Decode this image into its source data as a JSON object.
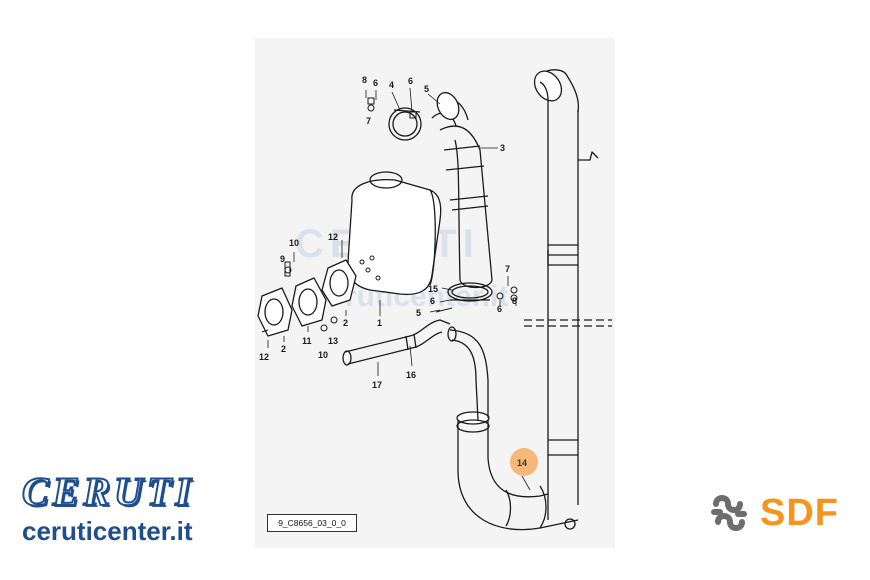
{
  "diagram": {
    "callouts": {
      "c1": "1",
      "c2a": "2",
      "c2b": "2",
      "c3": "3",
      "c4": "4",
      "c5a": "5",
      "c5b": "5",
      "c6a": "6",
      "c6b": "6",
      "c6c": "6",
      "c7a": "7",
      "c7b": "7",
      "c8a": "8",
      "c8b": "8",
      "c9": "9",
      "c10a": "10",
      "c10b": "10",
      "c11": "11",
      "c12a": "12",
      "c12b": "12",
      "c13": "13",
      "c14": "14",
      "c15": "15",
      "c16": "16",
      "c17": "17"
    },
    "highlight_color": "#f5b878",
    "code": "9_C8656_03_0_0"
  },
  "watermark": {
    "line1": "CERUTI",
    "line2": "ruticenter.it"
  },
  "brand": {
    "logo": "CERUTI",
    "url": "ceruticenter.it",
    "color": "#1f4e8e"
  },
  "sdf": {
    "text": "SDF",
    "color": "#f7941d",
    "icon": "sdf-logo-icon"
  }
}
